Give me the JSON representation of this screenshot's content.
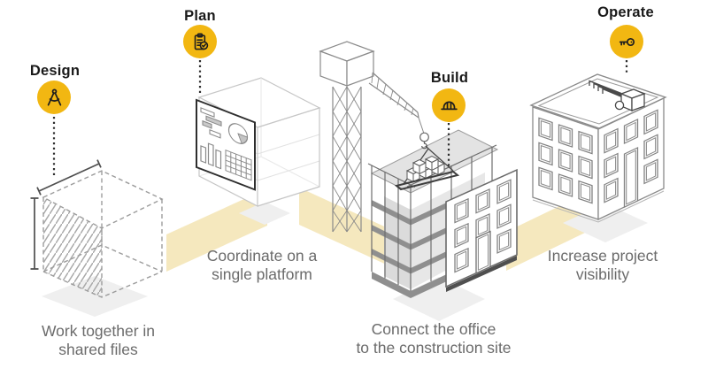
{
  "colors": {
    "accent_yellow": "#F2B712",
    "beam_yellow": "#F5E8BE",
    "shadow_gray": "#EFEFEF",
    "title_text": "#1A1A1A",
    "caption_text": "#6B6B6B",
    "line_art": "#8A8A8A"
  },
  "stages": [
    {
      "title": "Design",
      "icon": "drafting-compass-icon",
      "caption_line1": "Work together in",
      "caption_line2": "shared files"
    },
    {
      "title": "Plan",
      "icon": "clipboard-check-icon",
      "caption_line1": "Coordinate on a",
      "caption_line2": "single platform"
    },
    {
      "title": "Build",
      "icon": "hard-hat-icon",
      "caption_line1": "Connect the office",
      "caption_line2": "to the construction site"
    },
    {
      "title": "Operate",
      "icon": "key-icon",
      "caption_line1": "Increase project",
      "caption_line2": "visibility"
    }
  ]
}
